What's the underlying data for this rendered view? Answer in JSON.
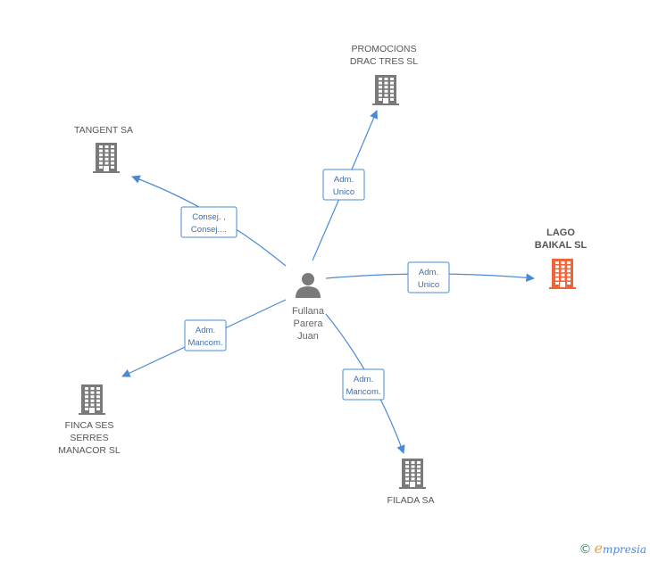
{
  "colors": {
    "edge": "#4a8ad4",
    "building": "#7a7a7a",
    "focus_building": "#f0643a",
    "person": "#7a7a7a"
  },
  "person": {
    "lines": [
      "Fullana",
      "Parera",
      "Juan"
    ]
  },
  "companies": [
    {
      "id": "promocions",
      "lines": [
        "PROMOCIONS",
        "DRAC TRES SL"
      ],
      "focus": false
    },
    {
      "id": "tangent",
      "lines": [
        "TANGENT SA"
      ],
      "focus": false
    },
    {
      "id": "lago",
      "lines": [
        "LAGO",
        "BAIKAL SL"
      ],
      "focus": true
    },
    {
      "id": "finca",
      "lines": [
        "FINCA SES",
        "SERRES",
        "MANACOR SL"
      ],
      "focus": false
    },
    {
      "id": "filada",
      "lines": [
        "FILADA SA"
      ],
      "focus": false
    }
  ],
  "relations": [
    {
      "target": "promocions",
      "lines": [
        "Adm.",
        "Unico"
      ]
    },
    {
      "target": "tangent",
      "lines": [
        "Consej. ,",
        "Consej...."
      ]
    },
    {
      "target": "lago",
      "lines": [
        "Adm.",
        "Unico"
      ]
    },
    {
      "target": "finca",
      "lines": [
        "Adm.",
        "Mancom."
      ]
    },
    {
      "target": "filada",
      "lines": [
        "Adm.",
        "Mancom."
      ]
    }
  ],
  "watermark": {
    "copyright": "©",
    "brand_initial": "e",
    "brand_rest": "mpresia"
  }
}
